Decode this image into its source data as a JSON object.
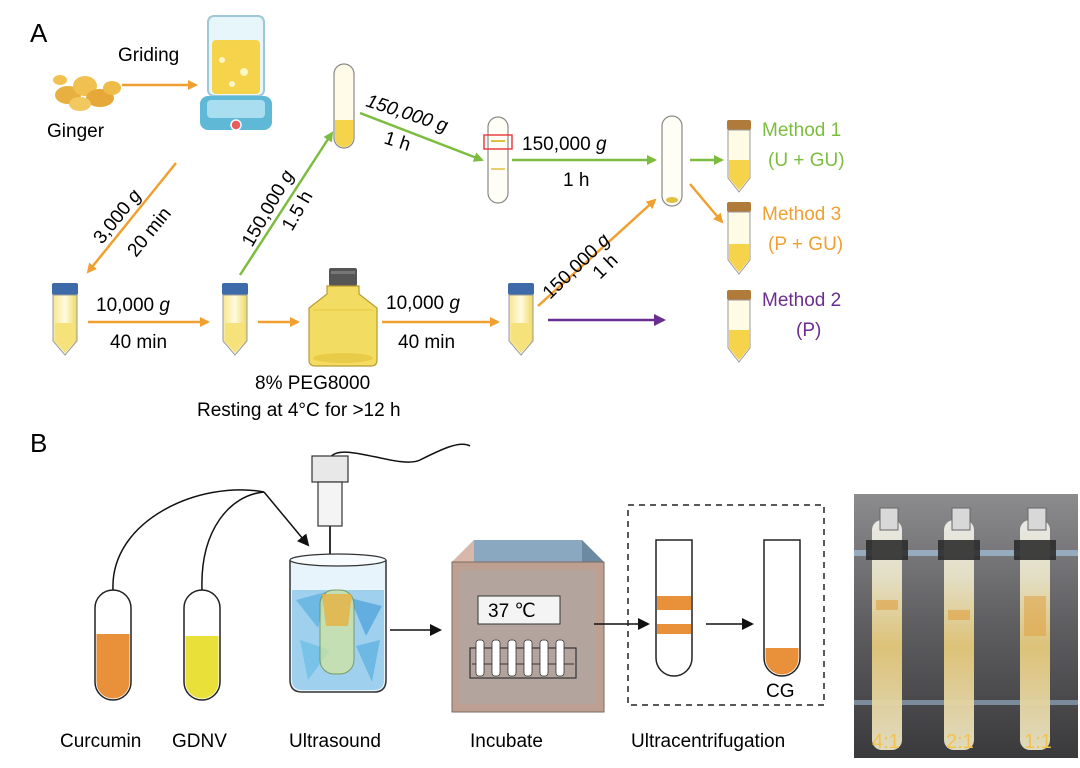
{
  "panel_a": {
    "label": "A",
    "ginger": "Ginger",
    "griding": "Griding",
    "steps": {
      "s1": {
        "speed": "3,000",
        "unit": "g",
        "time": "20 min"
      },
      "s2": {
        "speed": "10,000",
        "unit": "g",
        "time": "40 min"
      },
      "s3": {
        "speed": "150,000",
        "unit": "g",
        "time": "1.5 h"
      },
      "s4": {
        "speed": "150,000",
        "unit": "g",
        "time": "1 h"
      },
      "s5": {
        "speed": "150,000",
        "unit": "g",
        "time": "1 h"
      },
      "s6": {
        "speed": "10,000",
        "unit": "g",
        "time": "40 min"
      },
      "s7": {
        "speed": "150,000",
        "unit": "g",
        "time": "1 h"
      }
    },
    "peg_line1": "8% PEG8000",
    "peg_line2": "Resting at 4°C for >12 h",
    "methods": [
      {
        "name": "Method 1",
        "detail": "(U + GU)",
        "color": "#7cbd3f"
      },
      {
        "name": "Method 3",
        "detail": "(P + GU)",
        "color": "#f0a030"
      },
      {
        "name": "Method 2",
        "detail": "(P)",
        "color": "#6a2d91"
      }
    ]
  },
  "panel_b": {
    "label": "B",
    "curcumin": "Curcumin",
    "gdnv": "GDNV",
    "ultrasound": "Ultrasound",
    "incubate": "Incubate",
    "temperature": "37 ℃",
    "ultracentrifugation": "Ultracentrifugation",
    "cg": "CG",
    "ratios": [
      "4:1",
      "2:1",
      "1:1"
    ]
  },
  "colors": {
    "orange_arrow": "#f0a030",
    "green_arrow": "#7cbd3f",
    "purple_arrow": "#6a2d91",
    "tube_fill": "#f5d34a",
    "curcumin_fill": "#e8903a",
    "gdnv_fill": "#eae03a"
  }
}
